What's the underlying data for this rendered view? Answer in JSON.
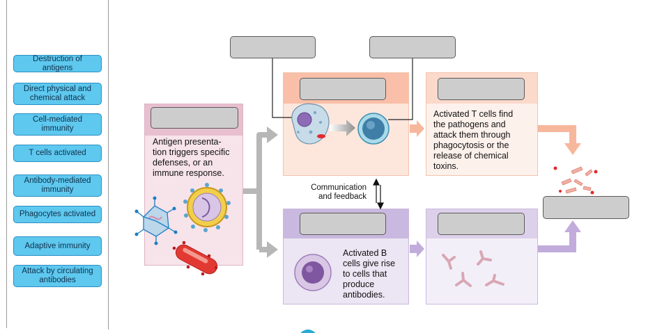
{
  "labels": [
    "Destruction of antigens",
    "Direct physical and chemical attack",
    "Cell-mediated immunity",
    "T cells activated",
    "Antibody-mediated immunity",
    "Phagocytes activated",
    "Adaptive immunity",
    "Attack by circulating antibodies"
  ],
  "diagram": {
    "antigen_text": "Antigen presenta-\ntion triggers specific\ndefenses, or an\nimmune response.",
    "t_cell_text": "Activated T cells find\nthe pathogens and\nattack them through\nphagocytosis or the\nrelease of chemical\ntoxins.",
    "b_cell_text": "Activated B\ncells give rise\nto cells that\nproduce\nantibodies.",
    "feedback_text": "Communication\nand feedback"
  },
  "colors": {
    "label_fill": "#5ec8ef",
    "drop_fill": "#cdcdcd",
    "pink_panel": "#f7e3ea",
    "peach_panel": "#fde6dc",
    "lavender_panel": "#ece5f3",
    "gray_arrow": "#b7b7b7",
    "peach_arrow": "#f7b79c",
    "purple_arrow": "#c1acdc"
  }
}
